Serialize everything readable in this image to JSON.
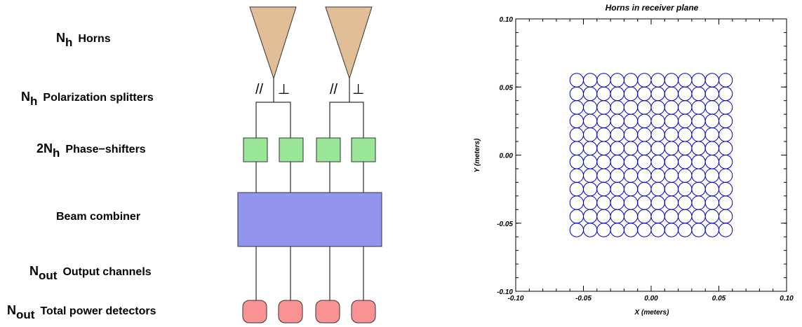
{
  "diagram": {
    "labels": {
      "horns": {
        "sym": "N",
        "sub": "h",
        "pre": "",
        "text": "Horns"
      },
      "splitters": {
        "sym": "N",
        "sub": "h",
        "pre": "",
        "text": "Polarization  splitters"
      },
      "phase": {
        "sym": "N",
        "sub": "h",
        "pre": "2",
        "text": "Phase−shifters"
      },
      "combiner": {
        "text": "Beam combiner"
      },
      "outputs": {
        "sym": "N",
        "sub": "out",
        "pre": "",
        "text": "Output channels"
      },
      "detectors": {
        "sym": "N",
        "sub": "out",
        "pre": "",
        "text": "Total power detectors"
      }
    },
    "polarization_symbols": [
      "//",
      "⊥"
    ],
    "colors": {
      "horn": "#E2BE96",
      "phase_shifter": "#99E699",
      "beam_combiner": "#9394EE",
      "detector": "#F99293"
    }
  },
  "chart_data": {
    "type": "scatter",
    "title": "Horns in receiver plane",
    "xlabel": "X (meters)",
    "ylabel": "Y (meters)",
    "xlim": [
      -0.1,
      0.1
    ],
    "ylim": [
      -0.1,
      0.1
    ],
    "xticks": [
      "-0.10",
      "-0.05",
      "0.00",
      "0.05",
      "0.10"
    ],
    "yticks": [
      "-0.10",
      "-0.05",
      "0.00",
      "0.05",
      "0.10"
    ],
    "marker": "circle",
    "marker_color": "#0000CC",
    "grid": {
      "columns": 12,
      "rows": 12,
      "x_first": -0.055,
      "x_last": 0.055,
      "y_first": -0.055,
      "y_last": 0.055,
      "spacing": 0.01
    },
    "horn_radius": 0.005
  }
}
